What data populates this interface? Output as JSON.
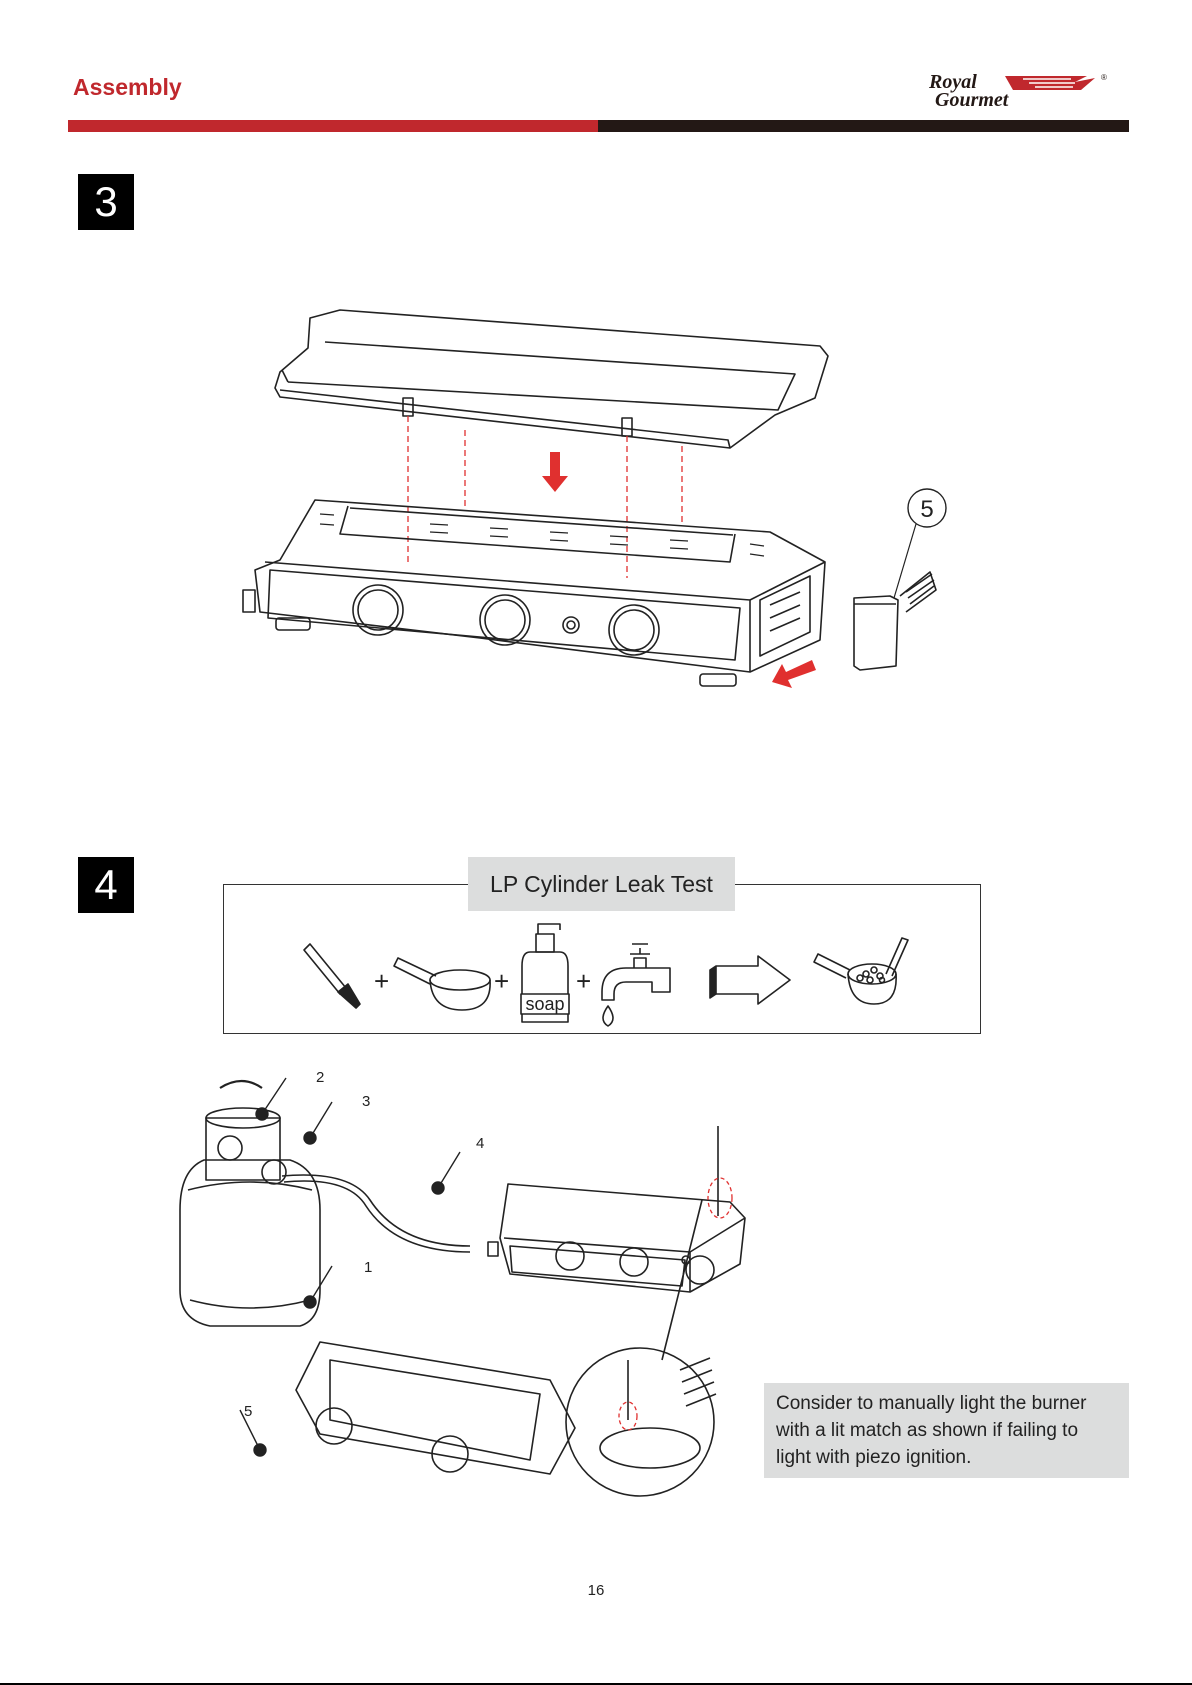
{
  "header": {
    "section_title": "Assembly",
    "brand_line1": "Royal",
    "brand_line2": "Gourmet",
    "brand_mark": "®"
  },
  "colors": {
    "accent_red": "#c0282d",
    "dark": "#231815",
    "panel_grey": "#dcdddd"
  },
  "steps": [
    {
      "number": "3",
      "callouts": [
        "5"
      ]
    },
    {
      "number": "4"
    }
  ],
  "leak_test": {
    "title": "LP Cylinder Leak Test",
    "plus_signs": [
      "+",
      "+",
      "+"
    ],
    "soap_label": "soap",
    "icons": [
      "brush-icon",
      "cup-icon",
      "soap-bottle-icon",
      "faucet-icon",
      "arrow-icon",
      "bubbling-cup-icon"
    ]
  },
  "check_points": [
    "1",
    "2",
    "3",
    "4",
    "5"
  ],
  "note": "Consider to manually light the burner with a lit match as shown if failing to light with piezo ignition.",
  "page_number": "16"
}
